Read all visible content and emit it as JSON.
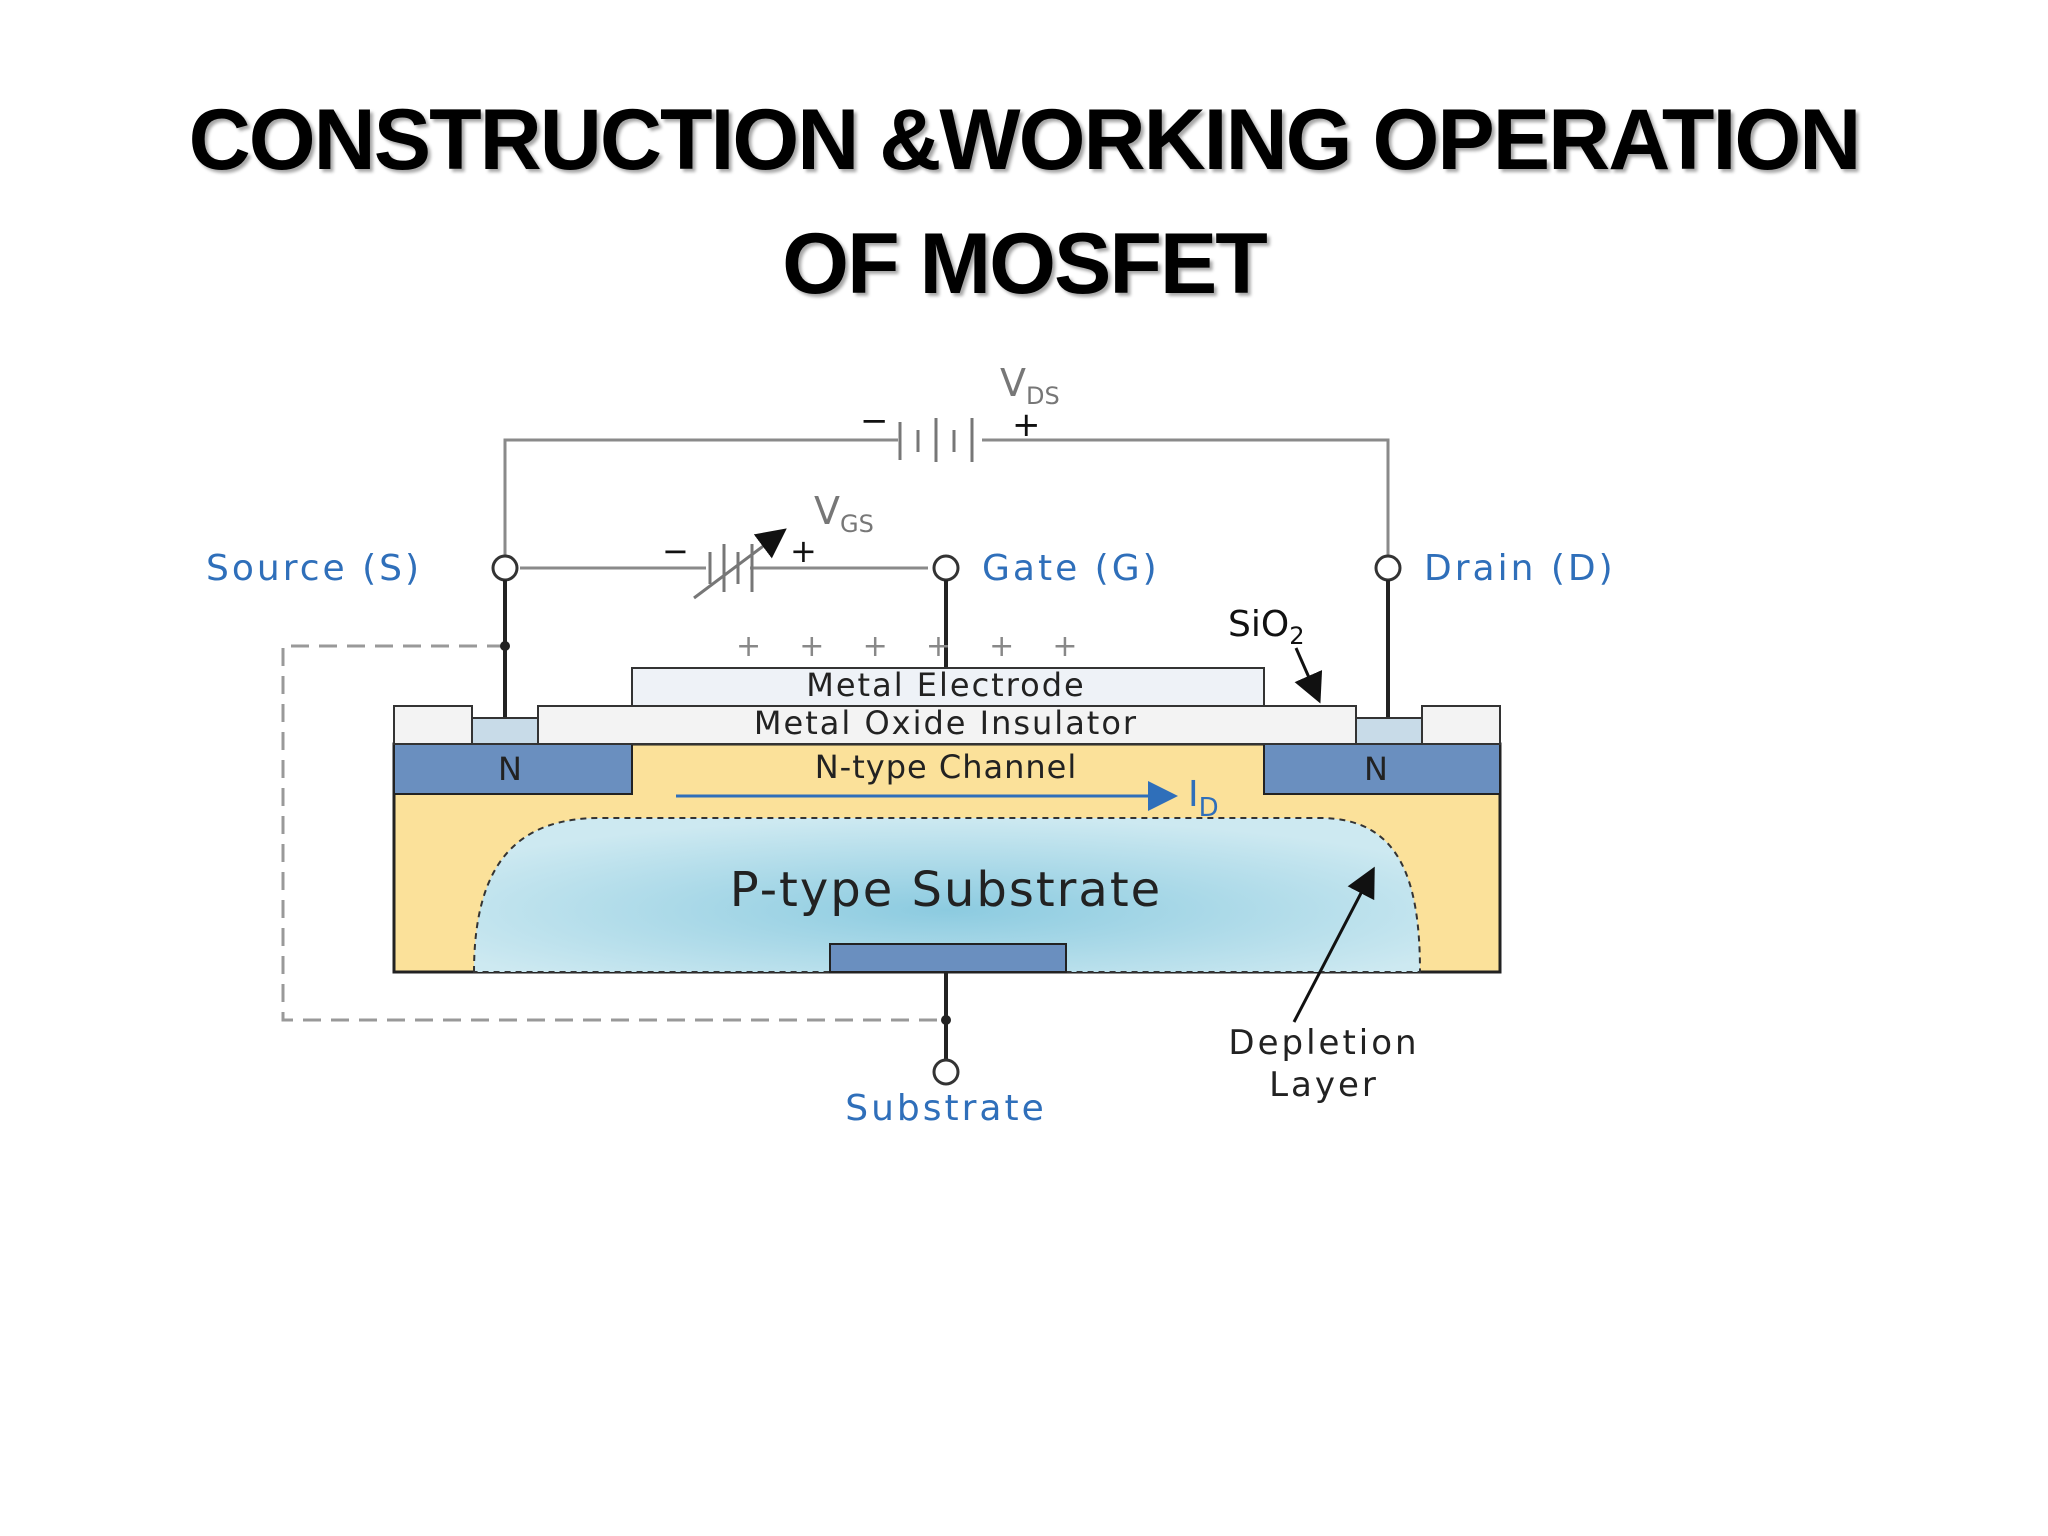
{
  "title": {
    "line1": "CONSTRUCTION &WORKING OPERATION",
    "line2": "OF MOSFET"
  },
  "diagram": {
    "vds": {
      "main": "V",
      "sub": "DS",
      "minus": "−",
      "plus": "+"
    },
    "vgs": {
      "main": "V",
      "sub": "GS",
      "minus": "−",
      "plus": "+"
    },
    "source_label": "Source (S)",
    "gate_label": "Gate (G)",
    "drain_label": "Drain (D)",
    "sio2": {
      "main": "SiO",
      "sub": "2"
    },
    "gate_charges": "+    +    +    +    +    +",
    "metal_electrode": "Metal Electrode",
    "oxide_insulator": "Metal Oxide Insulator",
    "n_left": "N",
    "n_right": "N",
    "channel": "N-type Channel",
    "id": {
      "main": "I",
      "sub": "D"
    },
    "substrate_region": "P-type Substrate",
    "depletion_line1": "Depletion",
    "depletion_line2": "Layer",
    "substrate_label": "Substrate",
    "colors": {
      "n_region": "#6a8fbf",
      "p_substrate": "#fbe19a",
      "depletion": "#bfe3ee",
      "insulator": "#f3f3f3",
      "label_blue": "#2f6fba"
    }
  }
}
